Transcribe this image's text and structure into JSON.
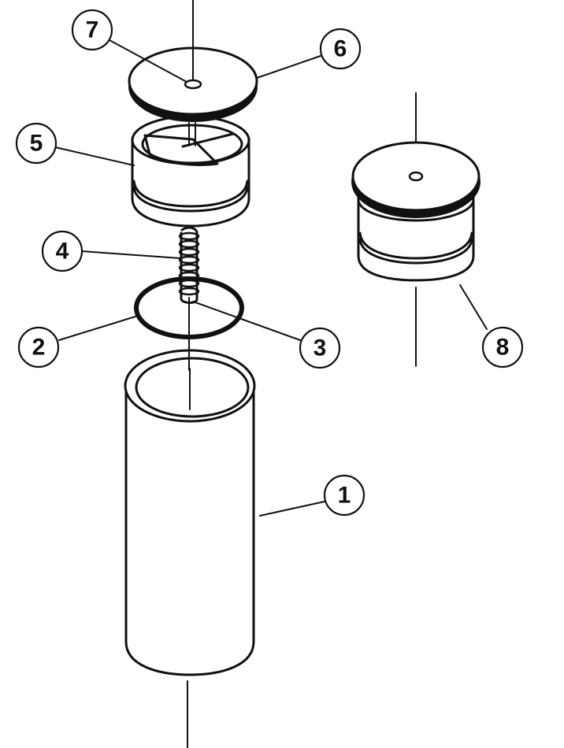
{
  "callouts": [
    {
      "id": "c7",
      "label": "7"
    },
    {
      "id": "c6",
      "label": "6"
    },
    {
      "id": "c5",
      "label": "5"
    },
    {
      "id": "c4",
      "label": "4"
    },
    {
      "id": "c2",
      "label": "2"
    },
    {
      "id": "c3",
      "label": "3"
    },
    {
      "id": "c8",
      "label": "8"
    },
    {
      "id": "c1",
      "label": "1"
    }
  ]
}
